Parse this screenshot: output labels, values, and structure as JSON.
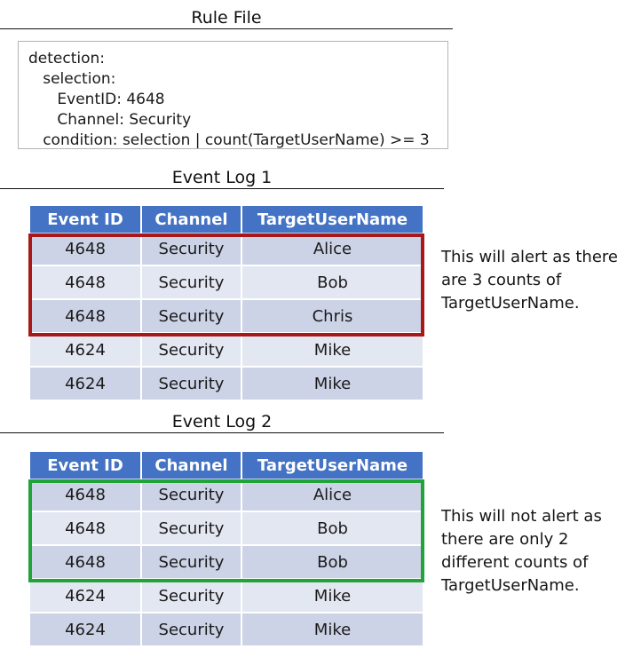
{
  "rule_section": {
    "title": "Rule File",
    "lines": [
      "detection:",
      "   selection:",
      "      EventID: 4648",
      "      Channel: Security",
      "   condition: selection | count(TargetUserName) >= 3"
    ]
  },
  "colors": {
    "header_blue": "#4472C4",
    "row_dark": "#CCD3E6",
    "row_light": "#E3E7F2",
    "highlight_alert": "#A81818",
    "highlight_noalert": "#22A33A",
    "rule_box_border": "#B4B4B4"
  },
  "logs": [
    {
      "title": "Event Log 1",
      "columns": [
        "Event ID",
        "Channel",
        "TargetUserName"
      ],
      "rows": [
        [
          "4648",
          "Security",
          "Alice"
        ],
        [
          "4648",
          "Security",
          "Bob"
        ],
        [
          "4648",
          "Security",
          "Chris"
        ],
        [
          "4624",
          "Security",
          "Mike"
        ],
        [
          "4624",
          "Security",
          "Mike"
        ]
      ],
      "highlight": {
        "rows": [
          0,
          1,
          2
        ],
        "color": "#A81818"
      },
      "annotation": "This will alert as there are 3 counts of TargetUserName."
    },
    {
      "title": "Event Log 2",
      "columns": [
        "Event ID",
        "Channel",
        "TargetUserName"
      ],
      "rows": [
        [
          "4648",
          "Security",
          "Alice"
        ],
        [
          "4648",
          "Security",
          "Bob"
        ],
        [
          "4648",
          "Security",
          "Bob"
        ],
        [
          "4624",
          "Security",
          "Mike"
        ],
        [
          "4624",
          "Security",
          "Mike"
        ]
      ],
      "highlight": {
        "rows": [
          0,
          1,
          2
        ],
        "color": "#22A33A"
      },
      "annotation": "This will not alert as there are only 2 different counts of TargetUserName."
    }
  ]
}
